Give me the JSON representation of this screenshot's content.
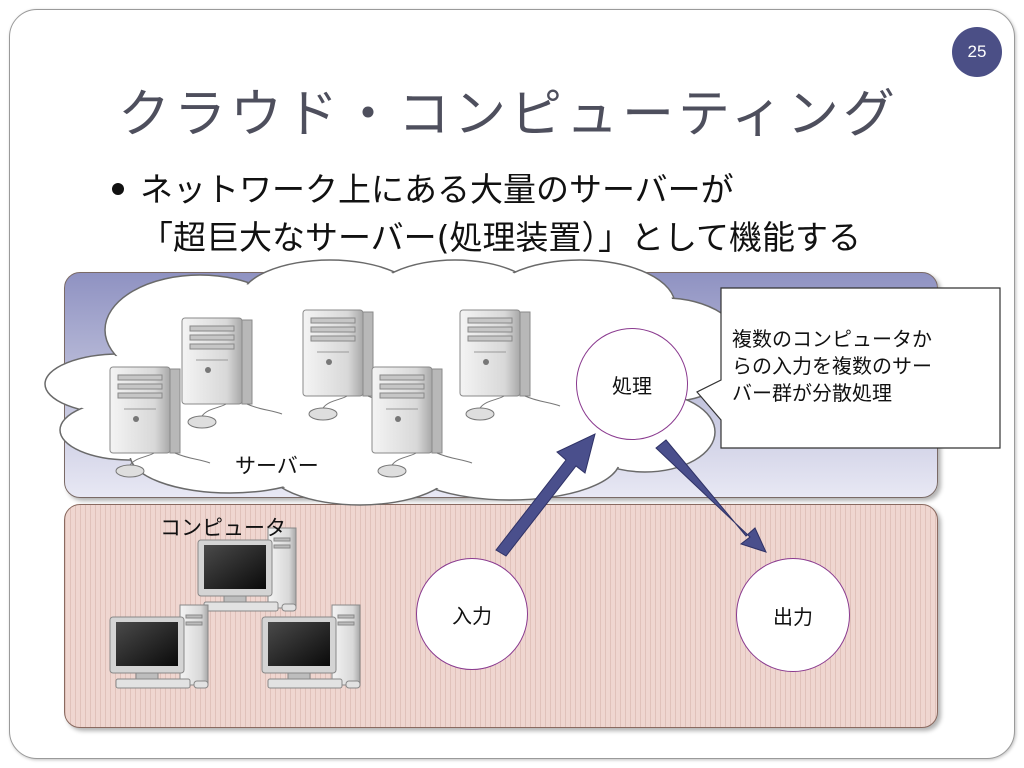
{
  "slide": {
    "page_number": "25",
    "title": "クラウド・コンピューティング",
    "bullet_lines": [
      "ネットワーク上にある大量のサーバーが",
      "「超巨大なサーバー(処理装置）」として機能する"
    ]
  },
  "diagram": {
    "server_label": "サーバー",
    "computer_label": "コンピュータ",
    "nodes": {
      "process": "処理",
      "input": "入力",
      "output": "出力"
    },
    "callout_lines": [
      "複数のコンピュータか",
      "らの入力を複数のサー",
      "バー群が分散処理"
    ]
  },
  "colors": {
    "badge": "#4b4f86",
    "cloud_band_top": "#8f92c2",
    "computer_band": "#efd6d0",
    "arrow": "#4a4f8c",
    "node_border": "#8a3a8f",
    "title": "#4e4f5d"
  }
}
